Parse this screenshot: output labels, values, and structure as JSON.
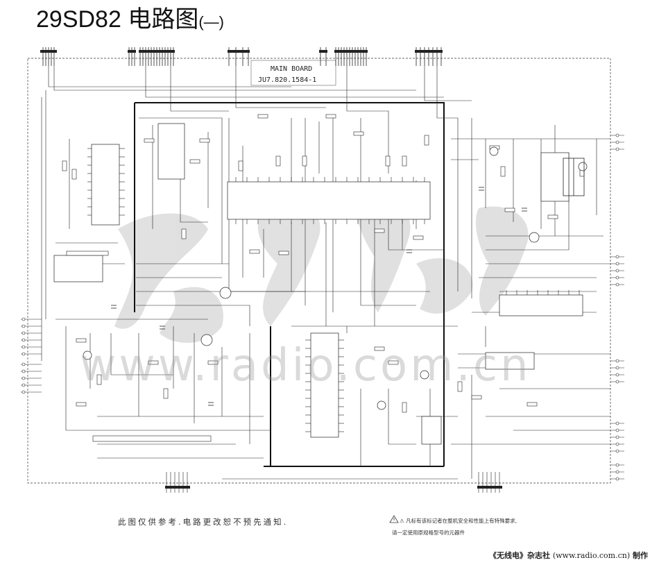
{
  "title": {
    "main": "29SD82 电路图",
    "suffix": "(—)"
  },
  "board": {
    "label": "MAIN BOARD",
    "part_no": "JU7.820.1584-1"
  },
  "watermark": {
    "text": "www.radio.com.cn"
  },
  "notes": {
    "left": "此图仅供参考.电路更改恕不预先通知.",
    "right_line1": "⚠ 凡标有该标记者在整机安全和性能上有特殊要求,",
    "right_line2": "请一定使用原规格型号的元器件"
  },
  "credit": {
    "publisher": "《无线电》杂志社",
    "url": "(www.radio.com.cn)",
    "suffix": "制作"
  },
  "colors": {
    "ink": "#111111",
    "watermark": "#bdbdbd"
  },
  "icons": {
    "warning": "warning-triangle-icon"
  }
}
